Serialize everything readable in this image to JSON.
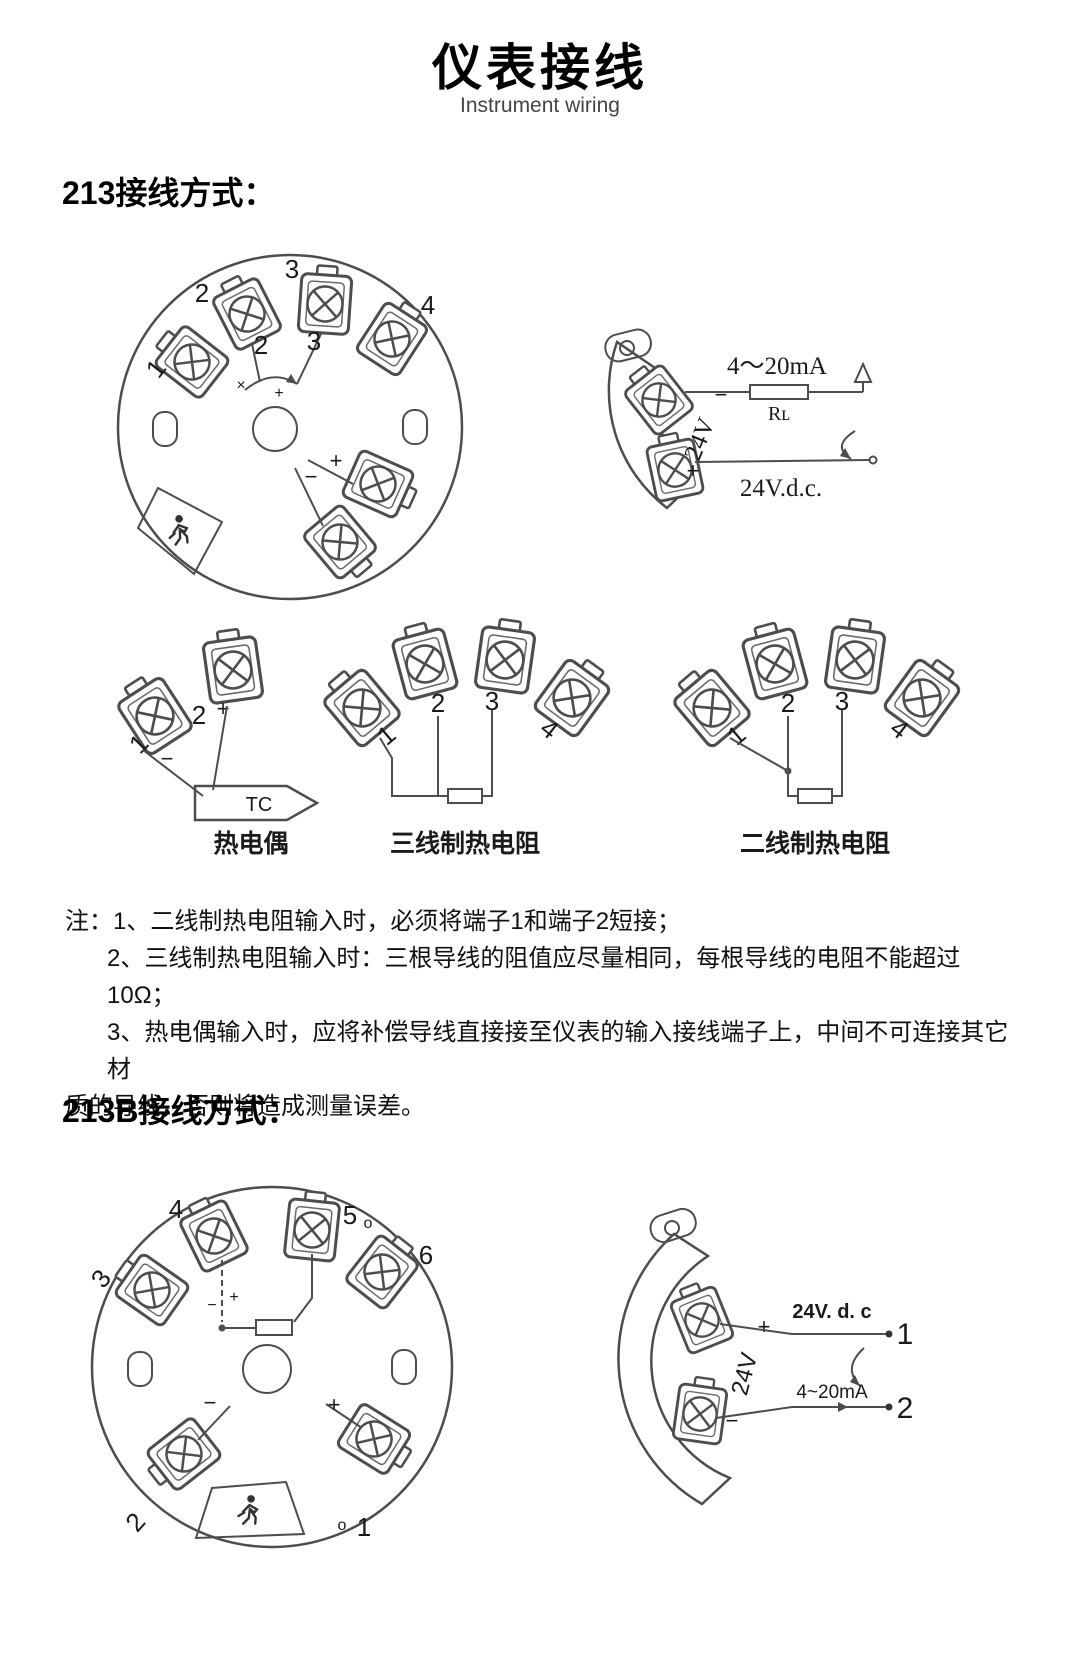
{
  "header": {
    "title": "仪表接线",
    "subtitle": "Instrument wiring"
  },
  "section213": {
    "heading": "213接线方式："
  },
  "section213b": {
    "heading": "213B接线方式："
  },
  "circle213": {
    "t1": "1",
    "t2": "2",
    "t3": "3",
    "t4": "4",
    "inner2": "2",
    "inner3": "3",
    "mark_x": "×",
    "mark_plus": "+",
    "out_plus": "+",
    "out_minus": "−"
  },
  "output213": {
    "current": "4～20mA",
    "rl": "Rʟ",
    "supply": "24V.d.c.",
    "v24": "24V",
    "plus": "+",
    "minus": "−"
  },
  "tc": {
    "caption": "热电偶",
    "badge": "TC",
    "t1": "1",
    "t2": "2",
    "plus": "+",
    "minus": "−"
  },
  "rtd3": {
    "caption": "三线制热电阻",
    "t1": "1",
    "t2": "2",
    "t3": "3",
    "t4": "4"
  },
  "rtd2": {
    "caption": "二线制热电阻",
    "t1": "1",
    "t2": "2",
    "t3": "3",
    "t4": "4"
  },
  "notes": {
    "line1": "注：1、二线制热电阻输入时，必须将端子1和端子2短接；",
    "line2": "2、三线制热电阻输入时：三根导线的阻值应尽量相同，每根导线的电阻不能超过10Ω；",
    "line3": "3、热电偶输入时，应将补偿导线直接接至仪表的输入接线端子上，中间不可连接其它材",
    "line4": "质的导线，否则将造成测量误差。"
  },
  "circle213b": {
    "t3": "3",
    "t4": "4",
    "t5": "5",
    "t5o": "o",
    "t6": "6",
    "t1": "1",
    "t1o": "o",
    "t2": "2",
    "plus": "+",
    "minus": "−",
    "in_plus": "+",
    "in_minus": "−"
  },
  "output213b": {
    "supply": "24V. d. c",
    "current": "4~20mA",
    "v24": "24V",
    "plus": "+",
    "minus": "−",
    "n1": "1",
    "n2": "2"
  }
}
